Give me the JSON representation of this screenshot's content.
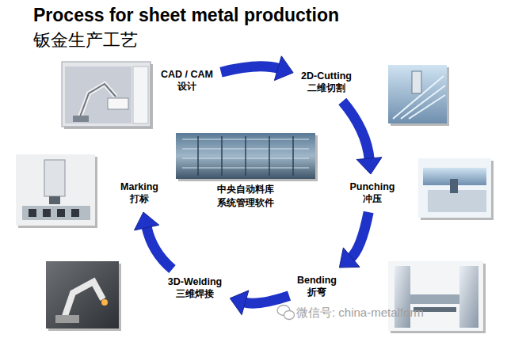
{
  "diagram": {
    "title": "Process for sheet metal production",
    "nodes": [
      {
        "text": [
          "CAD / CAM",
          "设计"
        ]
      },
      {
        "text": [
          "2D-Cutting",
          "二维切割"
        ]
      },
      {
        "text": [
          "Punching",
          "冲压"
        ]
      },
      {
        "text": [
          "Bending",
          "折弯"
        ]
      },
      {
        "text": [
          "3D-Welding",
          "三维焊接"
        ]
      },
      {
        "text": [
          "Marking",
          "打标"
        ]
      },
      {
        "text": [
          "中央自动料库 系统管理软件"
        ]
      }
    ],
    "edges": [
      {
        "from": 0,
        "to": 1,
        "arrow": "to"
      },
      {
        "from": 1,
        "to": 2,
        "arrow": "to"
      },
      {
        "from": 2,
        "to": 3,
        "arrow": "to"
      },
      {
        "from": 3,
        "to": 4,
        "arrow": "to"
      },
      {
        "from": 4,
        "to": 5,
        "arrow": "to"
      }
    ],
    "labels": [
      "钣金生产工艺",
      "微信号: china-metalform"
    ]
  }
}
